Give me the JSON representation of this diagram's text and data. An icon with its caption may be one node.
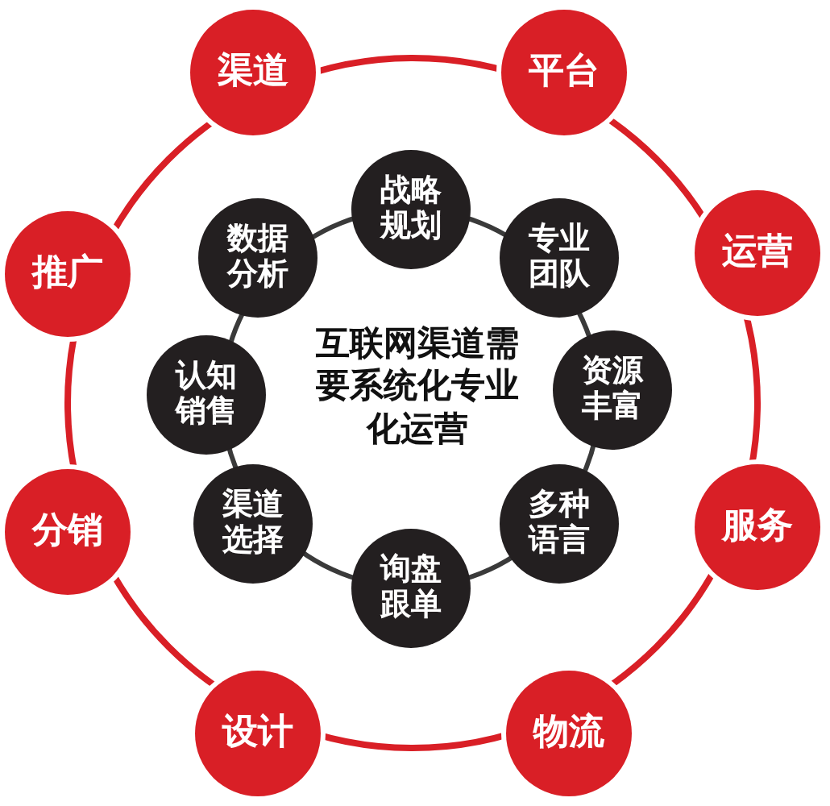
{
  "diagram": {
    "nodes": [
      {
        "text": [
          "渠道"
        ]
      },
      {
        "text": [
          "平台"
        ]
      },
      {
        "text": [
          "运营"
        ]
      },
      {
        "text": [
          "服务"
        ]
      },
      {
        "text": [
          "物流"
        ]
      },
      {
        "text": [
          "设计"
        ]
      },
      {
        "text": [
          "分销"
        ]
      },
      {
        "text": [
          "推广"
        ]
      },
      {
        "text": [
          "战略规划"
        ]
      },
      {
        "text": [
          "专业团队"
        ]
      },
      {
        "text": [
          "资源丰富"
        ]
      },
      {
        "text": [
          "多种语言"
        ]
      },
      {
        "text": [
          "询盘跟单"
        ]
      },
      {
        "text": [
          "渠道选择"
        ]
      },
      {
        "text": [
          "认知销售"
        ]
      },
      {
        "text": [
          "数据分析"
        ]
      }
    ],
    "edges": [],
    "labels": [
      "互联网渠道需要系统化专业化运营"
    ]
  }
}
